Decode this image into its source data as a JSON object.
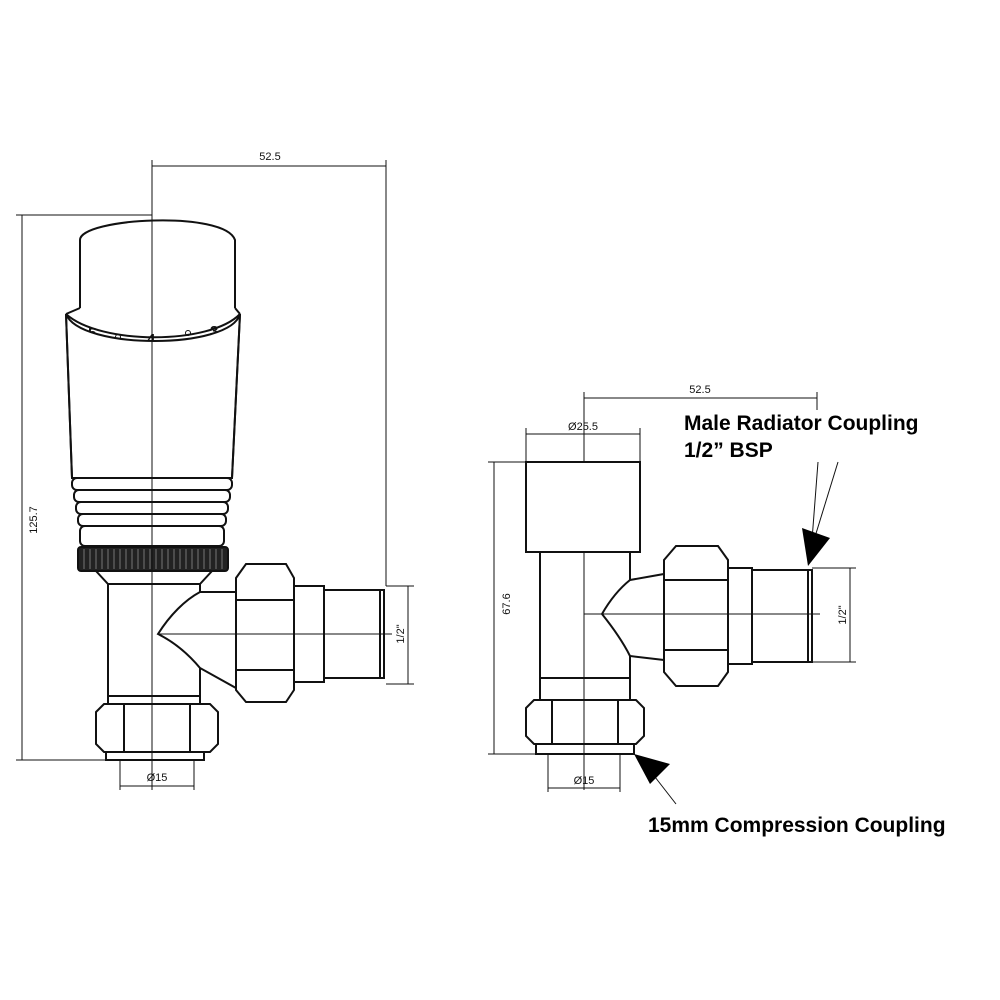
{
  "left_valve": {
    "dim_top": "52.5",
    "dim_height": "125.7",
    "dim_pipe_right": "1/2\"",
    "dim_bottom": "Ø15",
    "dial_numbers": [
      "5",
      "4",
      "3"
    ]
  },
  "right_valve": {
    "dim_top": "52.5",
    "dim_cap": "Ø25.5",
    "dim_height": "67.6",
    "dim_pipe_right": "1/2\"",
    "dim_bottom": "Ø15"
  },
  "callouts": {
    "male_line1": "Male Radiator Coupling",
    "male_line2": "1/2” BSP",
    "compression": "15mm Compression Coupling"
  }
}
